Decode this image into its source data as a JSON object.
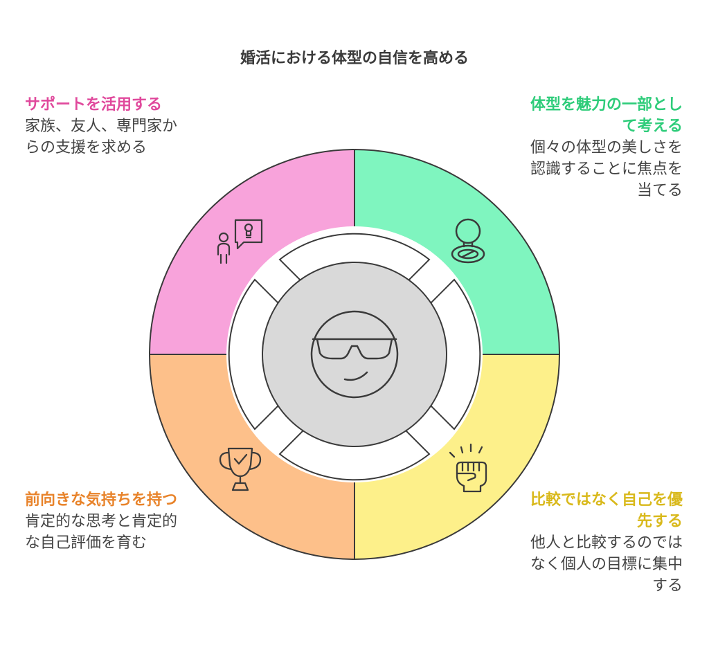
{
  "title": "婚活における体型の自信を高める",
  "colors": {
    "pink": "#F8A3DB",
    "green": "#7FF5BF",
    "yellow": "#FDF08A",
    "orange": "#FDC08A",
    "center": "#D9D9D9",
    "outline": "#3A3A3A"
  },
  "sections": [
    {
      "id": "tl",
      "heading": "サポートを活用する",
      "body": "家族、友人、専門家からの支援を求める",
      "heading_color": "#E0499C",
      "icon": "person-lightbulb-icon"
    },
    {
      "id": "tr",
      "heading": "体型を魅力の一部として考える",
      "body": "個々の体型の美しさを認識することに焦点を当てる",
      "heading_color": "#2ECC7A",
      "icon": "mirror-icon"
    },
    {
      "id": "bl",
      "heading": "前向きな気持ちを持つ",
      "body": "肯定的な思考と肯定的な自己評価を育む",
      "heading_color": "#E8832A",
      "icon": "trophy-icon"
    },
    {
      "id": "br",
      "heading": "比較ではなく自己を優先する",
      "body": "他人と比較するのではなく個人の目標に集中する",
      "heading_color": "#D9B91C",
      "icon": "fist-icon"
    }
  ],
  "center_icon": "sunglasses-face-icon"
}
